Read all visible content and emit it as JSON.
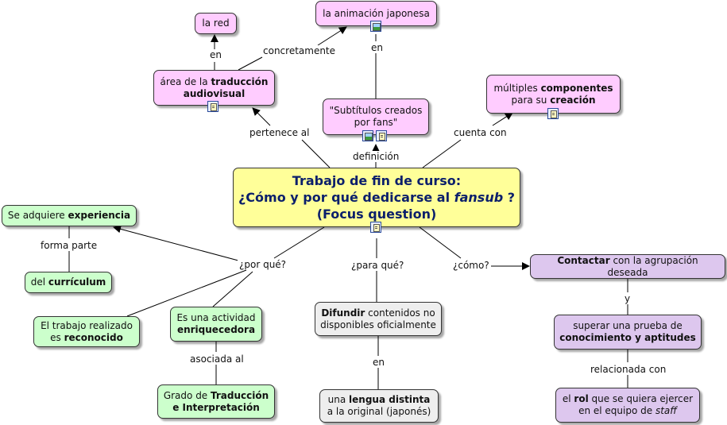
{
  "nodes": {
    "main": {
      "line1": "Trabajo de fin de curso:",
      "line2_pre": "¿Cómo y por qué dedicarse al ",
      "line2_em": "fansub",
      "line2_post": " ?",
      "line3": "(Focus question)"
    },
    "red": {
      "text": "la red"
    },
    "animacion": {
      "text": "la animación japonesa"
    },
    "area": {
      "pre": "área de la ",
      "bold": "traducción audiovisual"
    },
    "subtitulos": {
      "text": "\"Subtítulos creados por fans\""
    },
    "multiples": {
      "pre": "múltiples ",
      "bold1": "componentes",
      "mid": " para su ",
      "bold2": "creación"
    },
    "experiencia": {
      "pre": "Se adquiere ",
      "bold": "experiencia"
    },
    "curriculum": {
      "pre": "del ",
      "bold": "currículum"
    },
    "trabajo": {
      "pre": "El trabajo realizado es ",
      "bold": "reconocido"
    },
    "actividad": {
      "pre": "Es una actividad ",
      "bold": "enriquecedora"
    },
    "grado": {
      "pre": "Grado de ",
      "bold1": "Traducción",
      "mid": " ",
      "bold2": "e Interpretación"
    },
    "difundir": {
      "bold": "Difundir",
      "post": " contenidos no disponibles oficialmente"
    },
    "lengua": {
      "pre": "una ",
      "bold": "lengua distinta",
      "post": " a la original (japonés)"
    },
    "contactar": {
      "bold": "Contactar",
      "post": " con la agrupación deseada"
    },
    "superar": {
      "pre": "superar una prueba de ",
      "bold": "conocimiento y aptitudes"
    },
    "rol": {
      "pre1": "el ",
      "bold": "rol",
      "post": " que se quiera ejercer en el equipo de ",
      "em": "staff"
    }
  },
  "links": {
    "en1": "en",
    "concretamente": "concretamente",
    "en2": "en",
    "pertenece": "pertenece al",
    "definicion": "definición",
    "cuenta": "cuenta con",
    "porque": "¿por qué?",
    "paraque": "¿para qué?",
    "como": "¿cómo?",
    "forma": "forma parte",
    "asociada": "asociada al",
    "en3": "en",
    "y": "y",
    "relacionada": "relacionada con"
  },
  "colors": {
    "pink": "#ffccff",
    "yellow": "#ffff99",
    "green": "#ccffcc",
    "gray": "#eeeeee",
    "lavender": "#ddc7ee",
    "title": "#0b1f6b"
  },
  "icons": [
    "document-icon",
    "image-icon"
  ]
}
